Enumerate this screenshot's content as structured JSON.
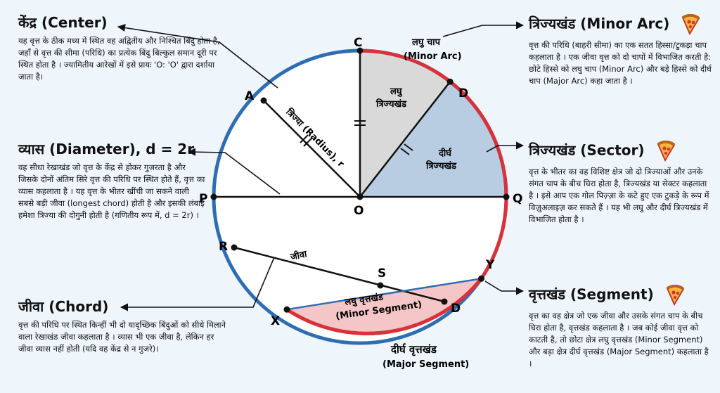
{
  "panels": {
    "center": {
      "title": "केंद्र (Center)",
      "text": "यह वृत्त के ठीक मध्य में स्थित वह अद्वितीय और निश्चित बिंदु होता है, जहाँ से वृत्त की सीमा (परिधि) का प्रत्येक बिंदु बिल्कुल समान दूरी पर स्थित होता है । ज्यामितीय आरेखों में इसे प्रायः 'O: 'O' द्वारा दर्शाया जाता है।"
    },
    "diameter": {
      "title": "व्यास (Diameter), d = 2r",
      "text": "वह सीधा रेखाखंड जो वृत्त के केंद्र से होकर गुजरता है और जिसके दोनों अंतिम सिरे वृत्त की परिधि पर स्थित होते हैं, वृत्त का व्यास कहलाता है । यह वृत्त के भीतर खींची जा सकने वाली सबसे बड़ी जीवा (longest chord) होती है और इसकी लंबाई हमेशा त्रिज्या की दोगुनी होती है (गणितीय रूप में, d = 2r) ।"
    },
    "chord": {
      "title": "जीवा (Chord)",
      "text": "वृत्त की परिधि पर स्थित किन्हीं भी दो यादृच्छिक बिंदुओं को सीधे मिलाने वाला रेखाखंड जीवा कहलाता है । व्यास भी एक जीवा है, लेकिन हर जीवा व्यास नहीं होती (यदि वह केंद्र से न गुजरे)।"
    },
    "minor_arc": {
      "title": "त्रिज्यखंड (Minor Arc)",
      "text": "वृत्त की परिधि (बाहरी सीमा) का एक सतत हिस्सा/टुकड़ा चाप कहलाता है । एक जीवा वृत्त को दो चापों में विभाजित करती है: छोटे हिस्से को लघु चाप (Minor Arc) और बड़े हिस्से को दीर्घ चाप (Major Arc) कहा जाता है ।"
    },
    "sector": {
      "title": "त्रिज्यखंड (Sector)",
      "text": "वृत्त के भीतर का वह विशिष्ट क्षेत्र जो दो त्रिज्याओं और उनके संगत चाप के बीच घिरा होता है, त्रिज्यखंड या सेक्टर कहलाता है । इसे आप एक गोल पिज़्ज़ा के कटे हुए एक टुकड़े के रूप में विज़ुअलाइज़ कर सकते हैं । यह भी लघु और दीर्घ त्रिज्यखंड में विभाजित होता है ।"
    },
    "segment": {
      "title": "वृत्तखंड (Segment)",
      "text": "वृत्त का वह क्षेत्र जो एक जीवा और उसके संगत चाप के बीच घिरा होता है, वृत्तखंड कहलाता है । जब कोई जीवा वृत्त को काटती है, तो छोटा क्षेत्र लघु वृत्तखंड (Minor Segment) और बड़ा क्षेत्र दीर्घ वृत्तखंड (Major Segment) कहलाता है ।"
    }
  },
  "diagram": {
    "points": {
      "center": "O",
      "top": "C",
      "upper_left": "A",
      "upper_right": "D",
      "left": "P",
      "right": "Q",
      "chord_left": "R",
      "chord_right": "D",
      "intersection": "S",
      "segment_left": "X",
      "segment_right": "Y"
    },
    "labels": {
      "minor_arc_hi": "लघु चाप",
      "minor_arc_en": "(Minor Arc)",
      "minor_sector_1": "लघु",
      "minor_sector_2": "त्रिज्यखंड",
      "major_sector_1": "दीर्घ",
      "major_sector_2": "त्रिज्यखंड",
      "radius": "त्रिज्या (Radius), r",
      "chord": "जीवा",
      "minor_segment_hi": "लघु वृत्तखंड",
      "minor_segment_en": "(Minor Segment)",
      "major_segment_hi": "दीर्घ वृत्तखंड",
      "major_segment_en": "(Major Segment)"
    }
  },
  "colors": {
    "background": "#eef5fb",
    "circle_blue": "#2f6db3",
    "arc_red": "#d8323a",
    "minor_sector_fill": "#d9d9d9",
    "major_sector_fill": "#b8cde2",
    "minor_segment_fill": "#f4c6c7"
  },
  "icons": {
    "pizza": "pizza-slice-icon"
  }
}
